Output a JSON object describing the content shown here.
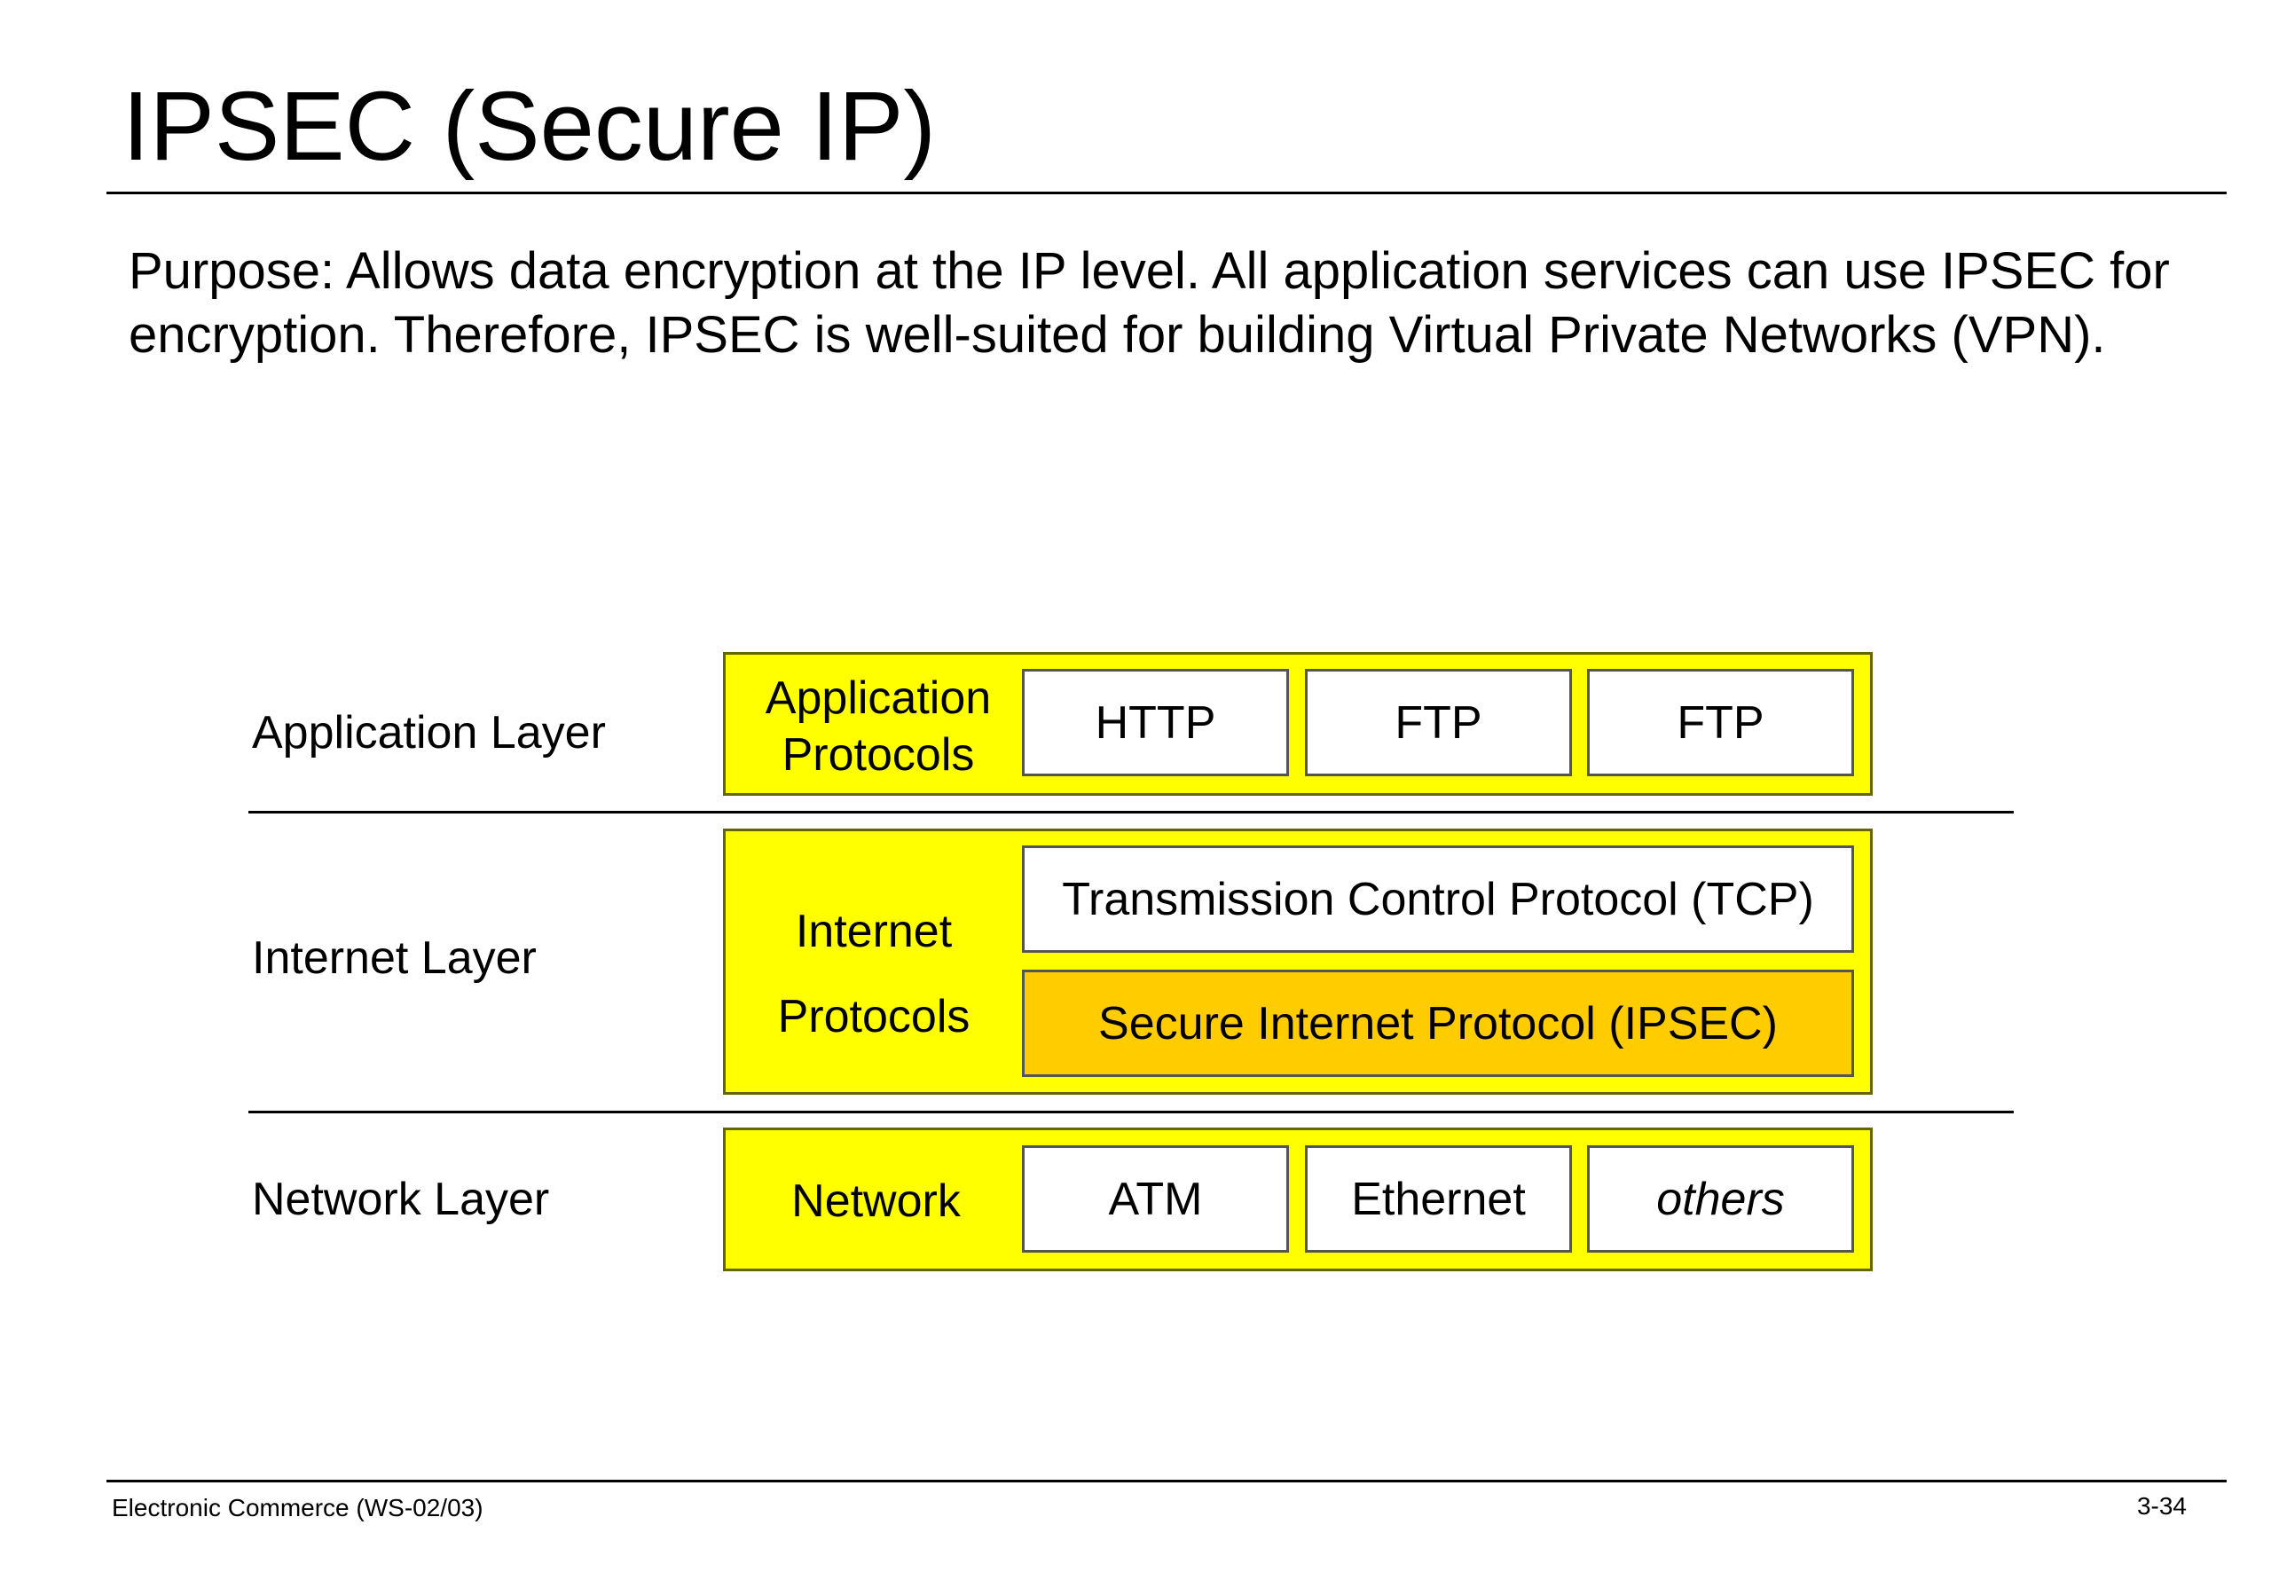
{
  "slide": {
    "title": "IPSEC (Secure IP)",
    "purpose": "Purpose: Allows data encryption at the IP level. All application services can use IPSEC for encryption. Therefore, IPSEC is well-suited for building Virtual Private Networks (VPN)."
  },
  "diagram": {
    "layers": {
      "application": "Application Layer",
      "internet": "Internet Layer",
      "network": "Network Layer"
    },
    "application_group": {
      "label_line1": "Application",
      "label_line2": "Protocols",
      "items": [
        "HTTP",
        "FTP",
        "FTP"
      ]
    },
    "internet_group": {
      "label_line1": "Internet",
      "label_line2": "Protocols",
      "tcp": "Transmission Control Protocol (TCP)",
      "ipsec": "Secure Internet Protocol (IPSEC)"
    },
    "network_group": {
      "label": "Network",
      "items": [
        "ATM",
        "Ethernet",
        "others"
      ]
    },
    "colors": {
      "group_fill": "#ffff00",
      "highlight_fill": "#ffcc00",
      "protocol_fill": "#ffffff"
    }
  },
  "footer": {
    "course": "Electronic Commerce (WS-02/03)",
    "page": "3-34"
  }
}
